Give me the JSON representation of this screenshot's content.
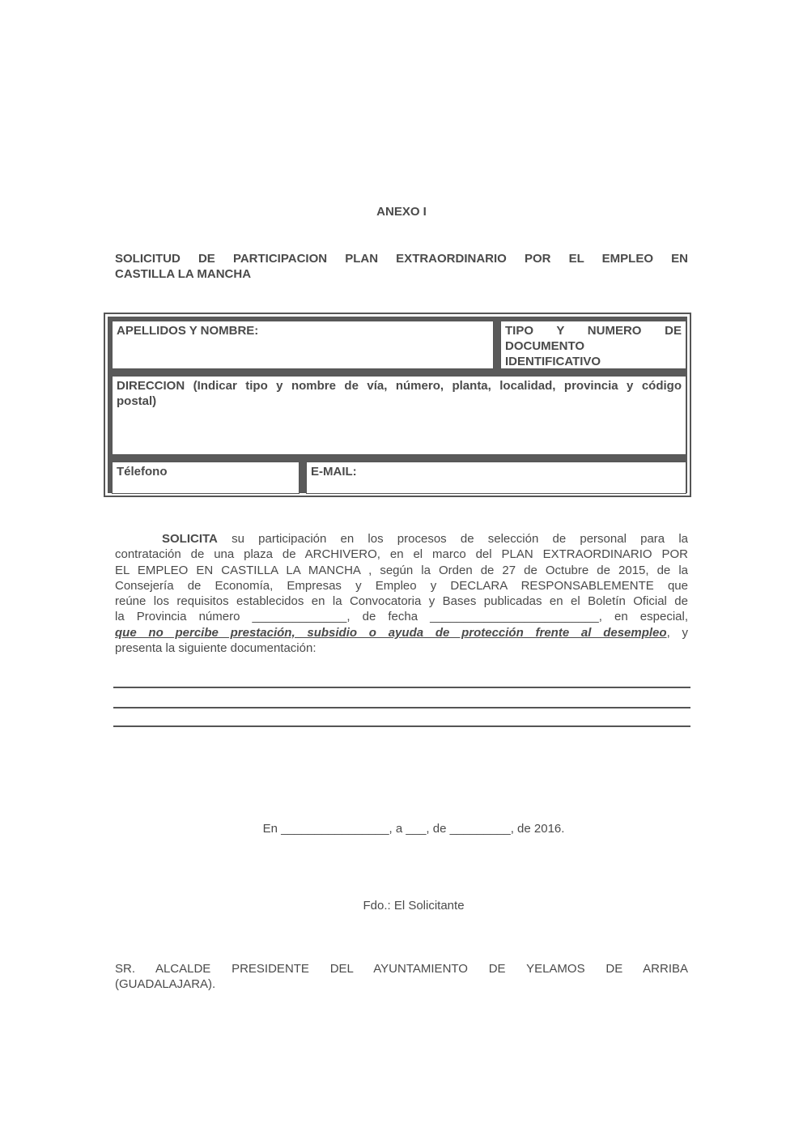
{
  "annex_title": "ANEXO I",
  "form_title": {
    "line1": "SOLICITUD DE PARTICIPACION PLAN EXTRAORDINARIO POR EL EMPLEO EN",
    "line2": "CASTILLA LA MANCHA"
  },
  "form": {
    "name_label": "APELLIDOS Y NOMBRE:",
    "doc_label_1": "TIPO Y NUMERO DE",
    "doc_label_2": "DOCUMENTO",
    "doc_label_3": "IDENTIFICATIVO",
    "address_label_1": "DIRECCION (Indicar tipo y nombre de vía, número, planta, localidad, provincia y código",
    "address_label_2": "postal)",
    "phone_label": "Télefono",
    "email_label": "E-MAIL:"
  },
  "body": {
    "solicita": "SOLICITA",
    "l1_rest": "su participación en los procesos de selección de personal para la",
    "l2": "contratación de una plaza de ARCHIVERO, en el marco del PLAN EXTRAORDINARIO POR",
    "l3": "EL EMPLEO EN CASTILLA LA MANCHA , según la Orden de 27 de Octubre de 2015, de la",
    "l4": "Consejería de Economía, Empresas y Empleo y DECLARA RESPONSABLEMENTE que",
    "l5": "reúne los requisitos establecidos en la Convocatoria y Bases publicadas en el Boletín Oficial de",
    "l6": "la Provincia número ______________, de fecha _________________________, en especial,",
    "l7_emph": "que no percibe prestación, subsidio o ayuda de protección frente al desempleo",
    "l7_rest": ", y",
    "l8": "presenta la siguiente documentación:"
  },
  "place_date": "En ________________, a ___, de _________, de 2016.",
  "signature": "Fdo.: El Solicitante",
  "recipient": {
    "line1": "SR. ALCALDE PRESIDENTE DEL AYUNTAMIENTO DE YELAMOS DE ARRIBA",
    "line2": "(GUADALAJARA)."
  }
}
